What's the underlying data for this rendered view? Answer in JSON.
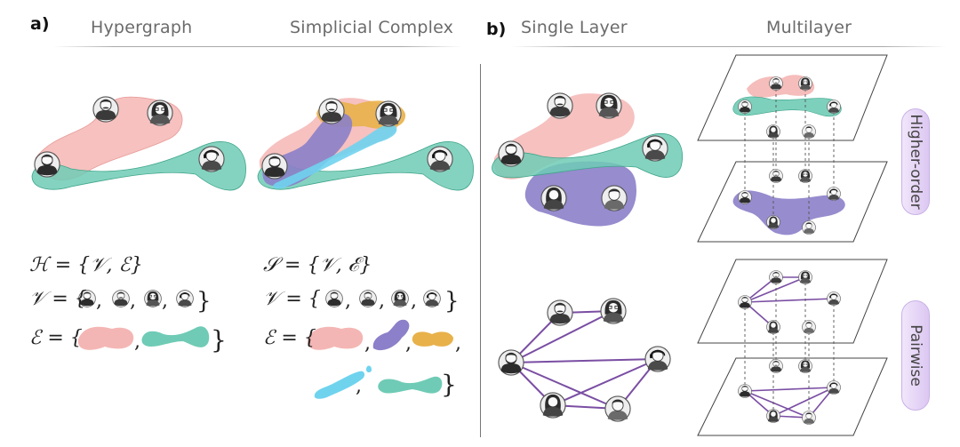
{
  "panel_a": {
    "letter": "a)",
    "headers": [
      "Hypergraph",
      "Simplicial Complex"
    ],
    "hypergraph_formulas": {
      "line1": "ℋ = {𝒱, ℰ}",
      "line2_prefix": "𝒱 = {",
      "line3_prefix": "ℰ = {"
    },
    "simplicial_formulas": {
      "line1": "𝒮 = {𝒱, ℰ}",
      "line2_prefix": "𝒱 = {",
      "line3_prefix": "ℰ = {"
    }
  },
  "panel_b": {
    "letter": "b)",
    "headers": [
      "Single Layer",
      "Multilayer"
    ],
    "row_labels": [
      "Higher-order",
      "Pairwise"
    ]
  },
  "colors": {
    "pink": "#f4b6b4",
    "teal": "#6fcbb5",
    "purple": "#8b80c9",
    "orange": "#e8b14a",
    "cyan": "#6fd3ee",
    "edge": "#7a4ea3",
    "pill": "#e6d6f7"
  },
  "icons": [
    "bearded-man-icon",
    "mustache-man-icon",
    "woman-glasses-icon",
    "headset-woman-icon",
    "woman-icon",
    "man-icon"
  ]
}
